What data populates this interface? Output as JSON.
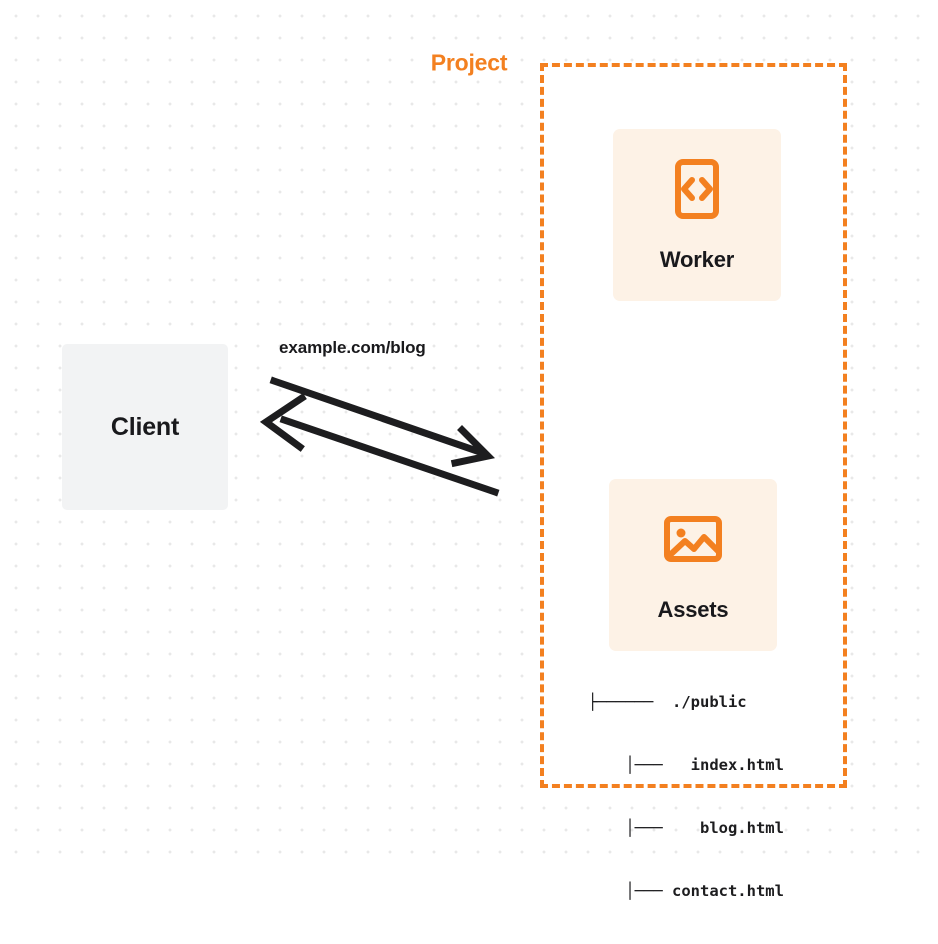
{
  "diagram": {
    "type": "architecture-flow",
    "title": "Client to Project (Worker + Assets) request flow",
    "colors": {
      "accent_orange": "#f38020",
      "card_background": "#fdf2e6",
      "client_background": "#f2f3f4",
      "text_dark": "#19191c",
      "canvas_background": "#ffffff",
      "dot_grid": "#e8e8e8",
      "arrow_stroke": "#1d1d1f"
    }
  },
  "client": {
    "label": "Client",
    "icon": "client-box"
  },
  "connection": {
    "label": "example.com/blog",
    "request_arrow_direction": "client-to-project",
    "response_arrow_direction": "project-to-client"
  },
  "project": {
    "title": "Project",
    "border_style": "dashed",
    "nodes": [
      {
        "id": "worker",
        "label": "Worker",
        "icon": "code-document-icon"
      },
      {
        "id": "assets",
        "label": "Assets",
        "icon": "image-icon"
      }
    ],
    "file_tree": {
      "root": {
        "connector": "├──────",
        "name": "./public"
      },
      "children": [
        {
          "connector": "│───",
          "name": "index.html"
        },
        {
          "connector": "│───",
          "name": "blog.html"
        },
        {
          "connector": "│───",
          "name": "contact.html"
        }
      ],
      "raw_lines": [
        "├──────  ./public",
        "    │───   index.html",
        "    │───    blog.html",
        "    │─── contact.html"
      ]
    }
  }
}
